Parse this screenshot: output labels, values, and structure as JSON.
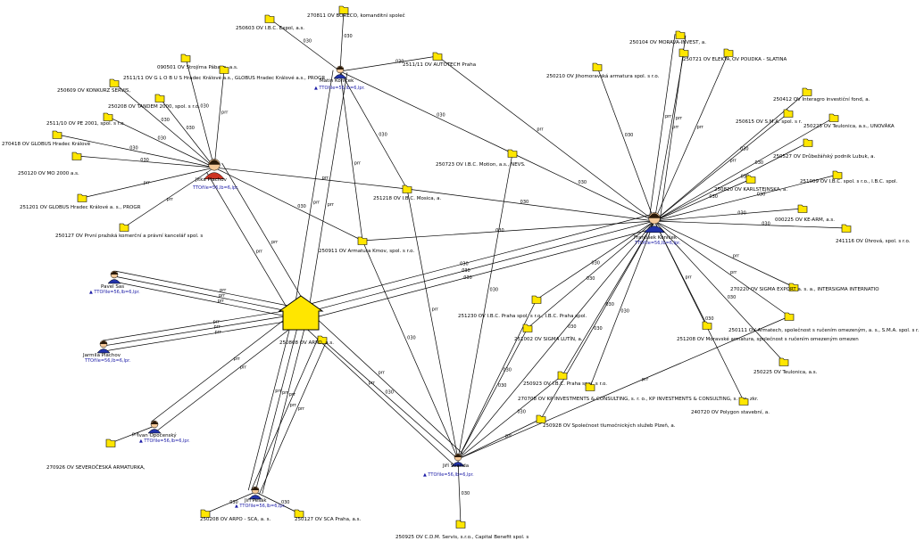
{
  "colors": {
    "folder": "#ffe600",
    "folder_stroke": "#000000",
    "house": "#ffe600",
    "person_shirt": "#2233aa",
    "person_hair": "#2a1a0a",
    "person_face": "#f4c898",
    "person_female_top": "#cc3322"
  },
  "persons": [
    {
      "id": "p_matin",
      "name": "Matin Koníček",
      "detail": "▲ TTOřile=56,lb=6,lpr.",
      "gender": "m"
    },
    {
      "id": "p_jitka",
      "name": "Jitka Plachov",
      "detail": "TTOřile=56,lb=6,lpr.",
      "gender": "f"
    },
    {
      "id": "p_frant",
      "name": "František Koníček",
      "detail": "TTOřile=56,lb=6,lpr.",
      "gender": "m"
    },
    {
      "id": "p_pavel",
      "name": "Pavel Sas",
      "detail": "▲ TTOřile=56,lb=6,lpr.",
      "gender": "m"
    },
    {
      "id": "p_jarmila",
      "name": "Jarmila Plachov",
      "detail": "TTOřile=56,lb=6,lpr.",
      "gender": "m"
    },
    {
      "id": "p_ivan",
      "name": "Ivan Opočenský",
      "detail": "▲ TTOřile=56,lb=6,lpr.",
      "gender": "m"
    },
    {
      "id": "p_jiri_p",
      "name": "Jiří Pešák",
      "detail": "▲ TTOřile=56,lb=6,lpr.",
      "gender": "m"
    },
    {
      "id": "p_jiri_s",
      "name": "Jiří Švanda",
      "detail": "▲ TTOřile=56,lb=6,lpr.",
      "gender": "m"
    }
  ],
  "companies": [
    {
      "id": "c01",
      "label": "250603 OV I.B.C. Expol, a.s."
    },
    {
      "id": "c02",
      "label": "270811 OV BORECO, komanditní společ"
    },
    {
      "id": "c03",
      "label": "090501 OV Strojírna Pábava, a.s."
    },
    {
      "id": "c04",
      "label": "2511/11 OV G L O B U S Hradec Králové a.s., GLOBUS Hradec Králové a.s., PROGR"
    },
    {
      "id": "c05",
      "label": "250609 OV KONKURZ SERVIS,"
    },
    {
      "id": "c06",
      "label": "2511/11 OV AUTOTECH Praha"
    },
    {
      "id": "c07",
      "label": "250208 OV TANDEM 2000, spol. s r.o."
    },
    {
      "id": "c08",
      "label": "2511/10 OV PE 2001, spol. s r.o."
    },
    {
      "id": "c09",
      "label": "270418 OV GLOBUS Hradec Králové"
    },
    {
      "id": "c10",
      "label": "250120 OV MO 2000 a.s."
    },
    {
      "id": "c11",
      "label": "251201 OV GLOBUS Hradec Králové a. s., PROGR"
    },
    {
      "id": "c12",
      "label": "250127 OV První pražská komerční a právní kancelář spol. s"
    },
    {
      "id": "c13",
      "label": "250723 OV I.B.C. Motion, a.s., NEVS."
    },
    {
      "id": "c14",
      "label": "251218 OV I.B.C. Mosica, a."
    },
    {
      "id": "c15",
      "label": "250911 OV Armatura Kmov, spol. s r.o."
    },
    {
      "id": "c16",
      "label": "250104 OV MORAVA-INVEST, a."
    },
    {
      "id": "c17",
      "label": "250210 OV Jihomoravská armatura spol. s r.o."
    },
    {
      "id": "c18",
      "label": "250721 OV ELEKTA,"
    },
    {
      "id": "c19",
      "label": "OV POUDKA - SLATINA"
    },
    {
      "id": "c20",
      "label": "250412 OV Interagro investiční fond, a."
    },
    {
      "id": "c21",
      "label": "250615 OV S.M.A. spol. s r."
    },
    {
      "id": "c22",
      "label": "250225 OV Teulonica, a.s., UNOVÁKA"
    },
    {
      "id": "c23",
      "label": "250527 OV Drůbežářský podnik Lubuk, a."
    },
    {
      "id": "c24",
      "label": "250820 OV KARLSTEJNSKA, a."
    },
    {
      "id": "c25",
      "label": "251009 OV I.B.C. spol. s r.o., I.B.C. spol."
    },
    {
      "id": "c26",
      "label": "000225 OV KE-ARM, a.s."
    },
    {
      "id": "c27",
      "label": "241116 OV Úhrová, spol. s r.o."
    },
    {
      "id": "c28",
      "label": "270220 OV SIGMA EXPORT a. s. a., INTERSIGMA INTERNATIO"
    },
    {
      "id": "c29",
      "label": "250808 OV ARPO, a.s."
    },
    {
      "id": "c30",
      "label": "251230 OV I.B.C. Praha spol. s r.o., I.B.C. Praha spol."
    },
    {
      "id": "c31",
      "label": "251002 OV SIGMA LUTÍN, a."
    },
    {
      "id": "c32",
      "label": "251208 OV Moravské armatura, společnost s ručením omezeným omezen"
    },
    {
      "id": "c33",
      "label": "250111 OV Armatech, společnost s ručením omezeným, a. s., S.M.A. spol. s r."
    },
    {
      "id": "c34",
      "label": "250225 OV Teulonica, a.s."
    },
    {
      "id": "c35",
      "label": "250923 OV I.B.C. Praha spol. s r.o."
    },
    {
      "id": "c36",
      "label": "270708 OV KP INVESTMENTS & CONSULTING, s. r. o., KP INVESTMENTS & CONSULTING, s. r. o. zkr."
    },
    {
      "id": "c37",
      "label": "240720 OV Polygon stavební, a."
    },
    {
      "id": "c38",
      "label": "250928 OV Společnost tlumočnických služeb Plzeň, a."
    },
    {
      "id": "c39",
      "label": "270926 OV SEVEROČESKÁ ARMATURKA,"
    },
    {
      "id": "c40",
      "label": "250208 OV ARPO - SCA, a. s."
    },
    {
      "id": "c41",
      "label": "250127 OV SCA Praha, a.s."
    },
    {
      "id": "c42",
      "label": "250925 OV C.D.M. Servis, s.r.o., Capital Benefit spol. s"
    }
  ],
  "edge_labels": [
    "030",
    "prr"
  ]
}
